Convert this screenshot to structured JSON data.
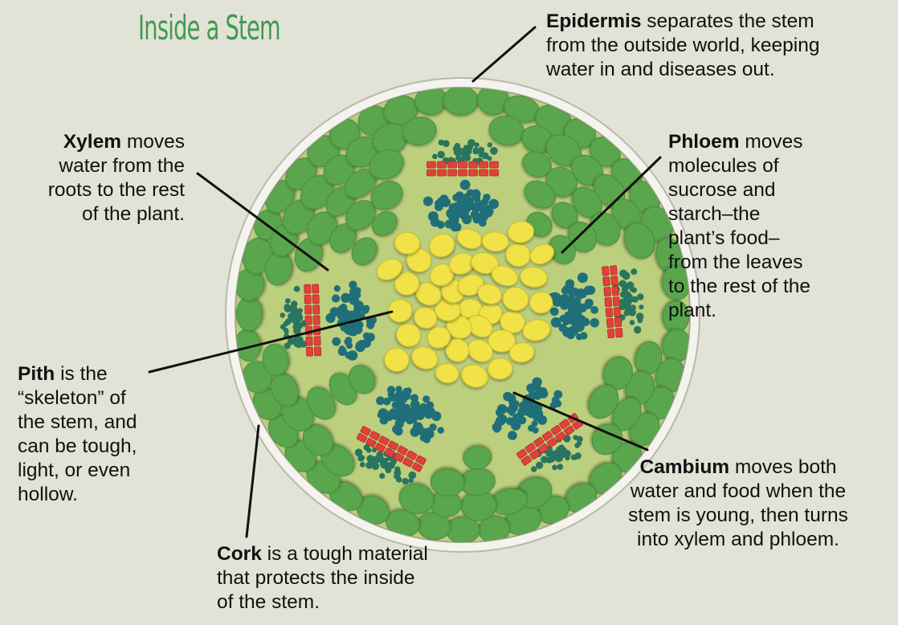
{
  "title": "Inside a Stem",
  "colors": {
    "background": "#e3e2d6",
    "title": "#3e9a52",
    "cork_cell": "#5aa64e",
    "ground": "#bccf7c",
    "pith_cell": "#f1e347",
    "xylem_dot": "#1f6f7a",
    "phloem_dot": "#2a7560",
    "cambium": "#e0413a",
    "epidermis_ring": "#f4f3ee"
  },
  "labels": {
    "epidermis": {
      "term": "Epidermis",
      "line1": "separates the stem",
      "line2": "from the outside world, keeping",
      "line3": "water in and diseases out."
    },
    "xylem": {
      "term": "Xylem",
      "line1": "moves",
      "line2": "water from the",
      "line3": "roots to the rest",
      "line4": "of the plant."
    },
    "phloem": {
      "term": "Phloem",
      "line1": "moves",
      "line2": "molecules of",
      "line3": "sucrose and",
      "line4": "starch–the",
      "line5": "plant’s food–",
      "line6": "from the leaves",
      "line7": "to the rest of the",
      "line8": "plant."
    },
    "pith": {
      "term": "Pith",
      "line1": "is the",
      "line2": "“skeleton” of",
      "line3": "the stem, and",
      "line4": "can be tough,",
      "line5": "light, or even",
      "line6": "hollow."
    },
    "cambium": {
      "term": "Cambium",
      "line1": "moves both",
      "line2": "water and food when the",
      "line3": "stem is young, then turns",
      "line4": "into xylem and phloem."
    },
    "cork": {
      "term": "Cork",
      "line1": "is a tough material",
      "line2": "that protects the inside",
      "line3": "of the stem."
    }
  }
}
